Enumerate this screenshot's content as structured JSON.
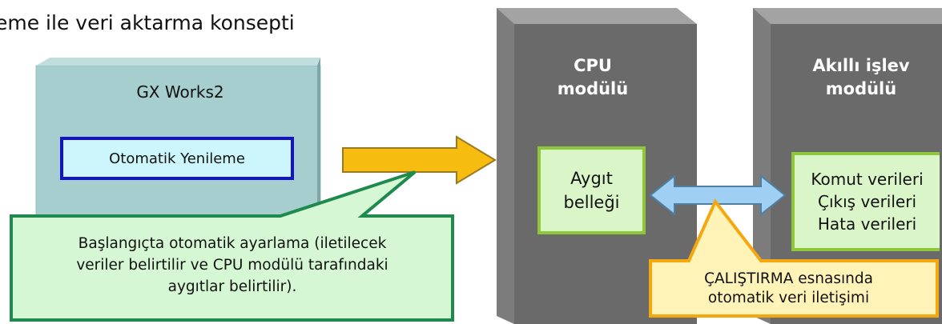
{
  "title": "eme ile veri aktarma konsepti",
  "gx": {
    "title": "GX Works2",
    "auto_refresh": "Otomatik Yenileme"
  },
  "cpu": {
    "title_line1": "CPU",
    "title_line2": "modülü",
    "device_memory_line1": "Aygıt",
    "device_memory_line2": "belleği"
  },
  "intelligent": {
    "title_line1": "Akıllı işlev",
    "title_line2": "modülü",
    "data": [
      "Komut verileri",
      "Çıkış verileri",
      "Hata verileri"
    ]
  },
  "callouts": {
    "green": [
      "Başlangıçta otomatik ayarlama (iletilecek",
      "veriler belirtilir ve CPU modülü tarafındaki",
      "aygıtlar belirtilir)."
    ],
    "yellow": [
      "ÇALIŞTIRMA esnasında",
      "otomatik veri iletişimi"
    ]
  },
  "colors": {
    "gx_face": "#a7cece",
    "gx_shadow": "#7fa6a6",
    "module_front": "#6a6a6a",
    "module_side": "#858585",
    "module_top": "#a3a3a3",
    "green_border": "#8ec63c",
    "green_fill": "#daf6c8",
    "callout_green_border": "#1e8a4e",
    "callout_green_fill": "#d6f7d4",
    "callout_yellow_border": "#f5a70f",
    "callout_yellow_fill": "#fff3b8",
    "arrow_yellow": "#f6bc10",
    "arrow_blue": "#9fd0f4",
    "auto_border": "#1212c8",
    "auto_fill": "#ccf6fb"
  }
}
